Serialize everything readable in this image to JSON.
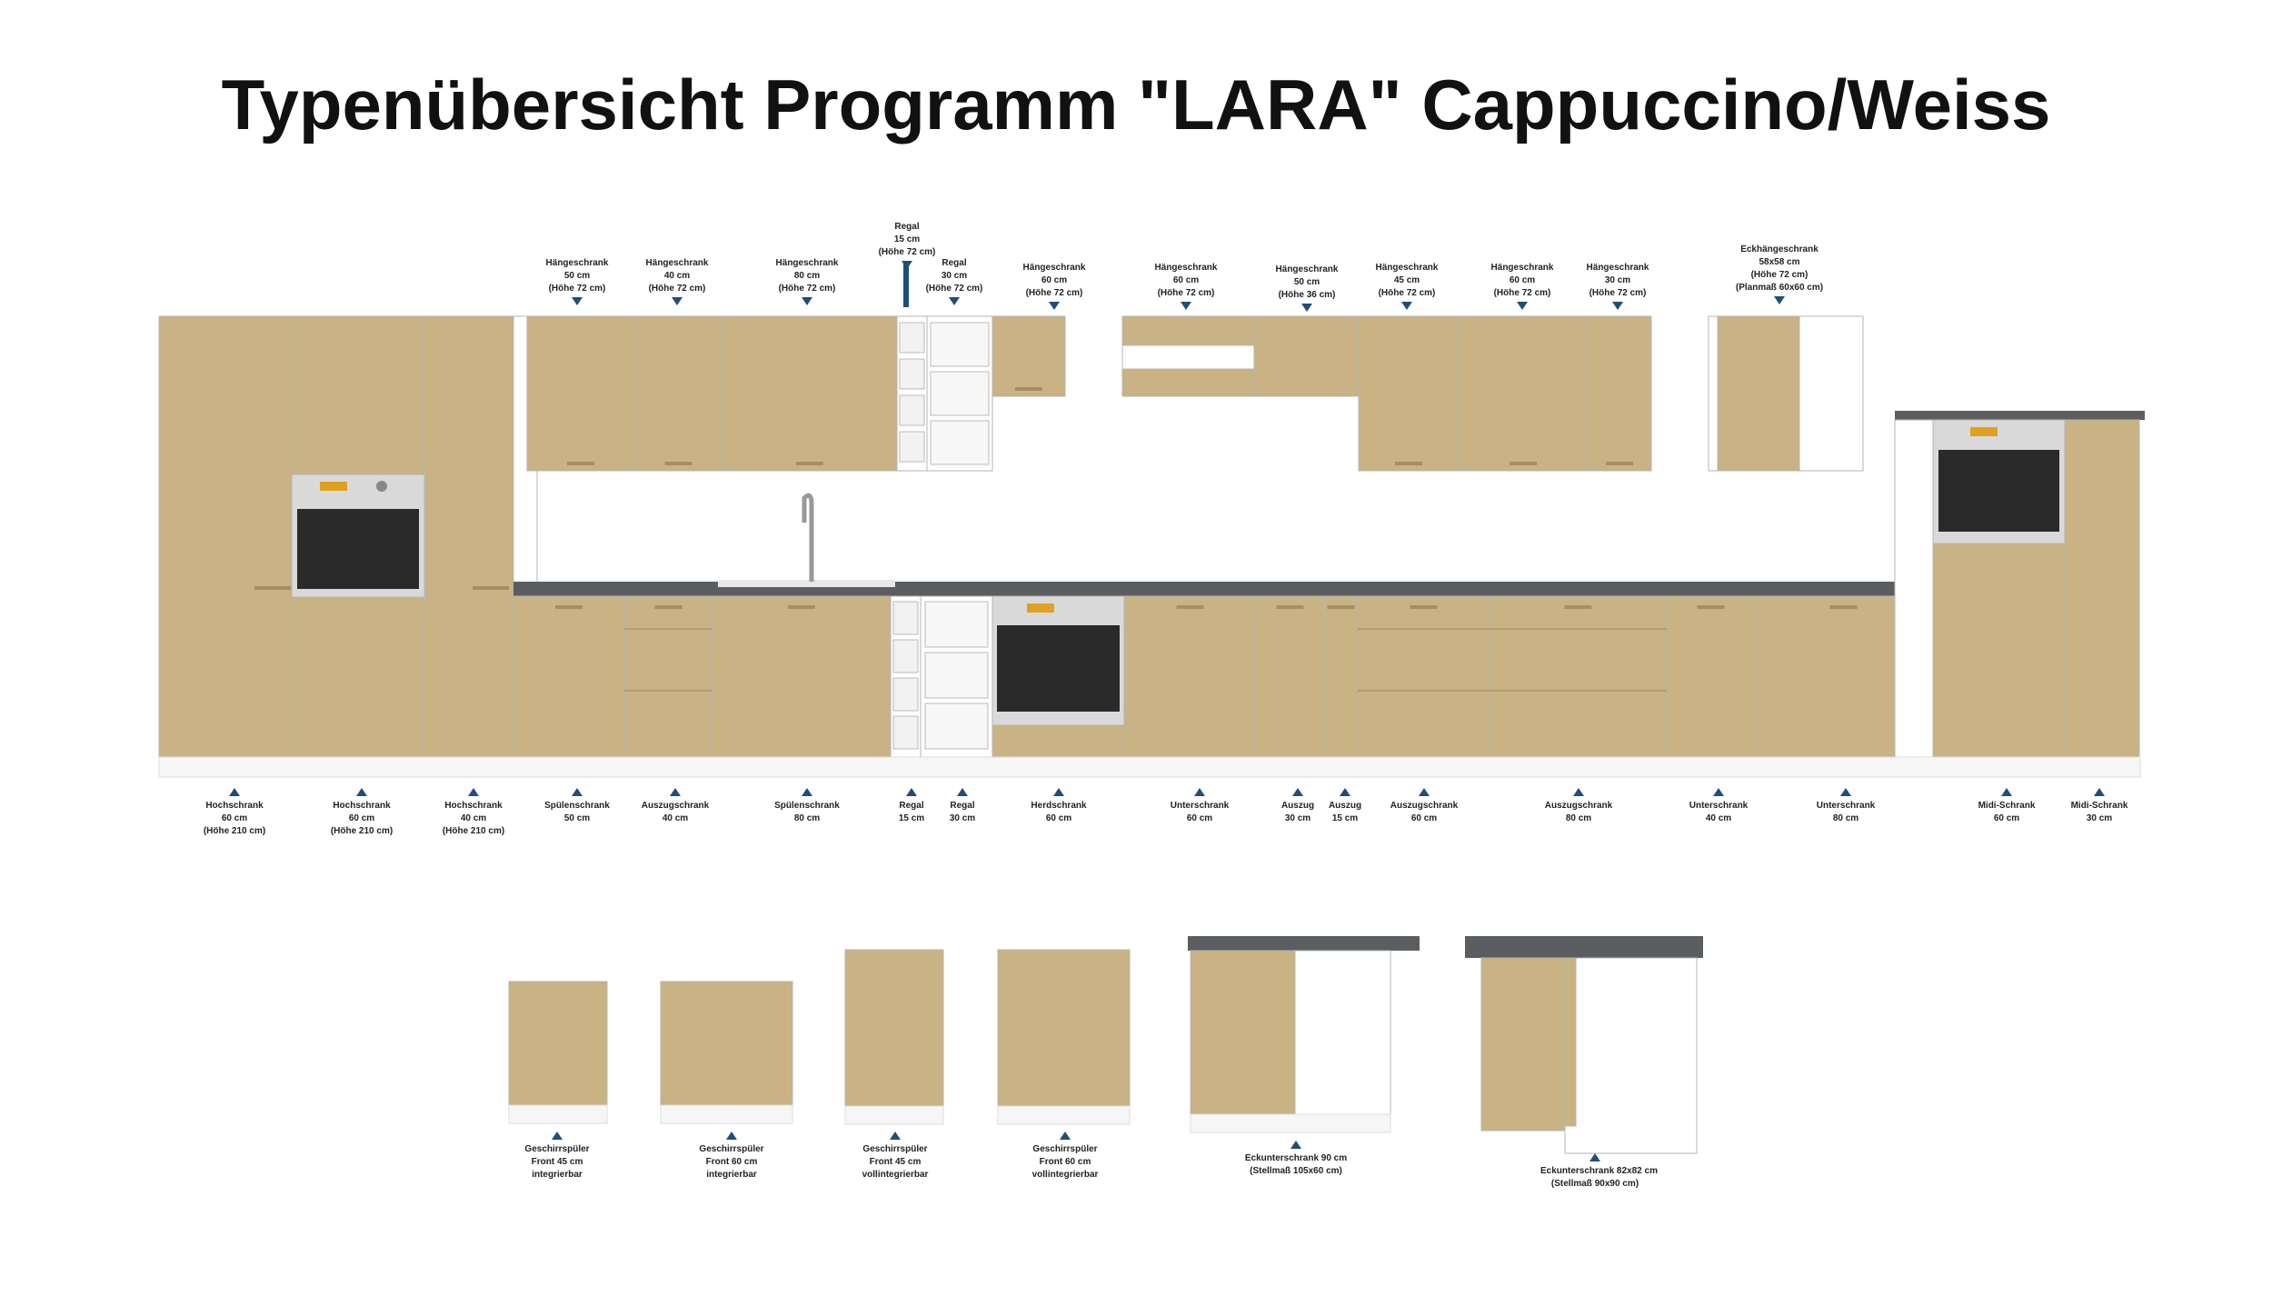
{
  "title": "Typenübersicht Programm \"LARA\" Cappuccino/Weiss",
  "colors": {
    "cappuccino": "#c9b283",
    "cappuccino_dark": "#b89f72",
    "white_body": "#ffffff",
    "worktop": "#5b5e60",
    "arrow": "#1f4e79",
    "glass": "#2a2a2a"
  },
  "top_labels": [
    {
      "id": "haenge-50",
      "lines": [
        "Hängeschrank",
        "50 cm",
        "(Höhe 72 cm)"
      ]
    },
    {
      "id": "haenge-40",
      "lines": [
        "Hängeschrank",
        "40 cm",
        "(Höhe 72 cm)"
      ]
    },
    {
      "id": "haenge-80",
      "lines": [
        "Hängeschrank",
        "80 cm",
        "(Höhe 72 cm)"
      ]
    },
    {
      "id": "regal-15-top",
      "lines": [
        "Regal",
        "15 cm",
        "(Höhe 72 cm)"
      ]
    },
    {
      "id": "regal-30-top",
      "lines": [
        "Regal",
        "30 cm",
        "(Höhe 72 cm)"
      ]
    },
    {
      "id": "haenge-60a",
      "lines": [
        "Hängeschrank",
        "60 cm",
        "(Höhe 72 cm)"
      ]
    },
    {
      "id": "haenge-60b",
      "lines": [
        "Hängeschrank",
        "60 cm",
        "(Höhe 72 cm)"
      ]
    },
    {
      "id": "haenge-50-36",
      "lines": [
        "Hängeschrank",
        "50 cm",
        "(Höhe 36 cm)"
      ]
    },
    {
      "id": "haenge-45",
      "lines": [
        "Hängeschrank",
        "45 cm",
        "(Höhe 72 cm)"
      ]
    },
    {
      "id": "haenge-60c",
      "lines": [
        "Hängeschrank",
        "60 cm",
        "(Höhe 72 cm)"
      ]
    },
    {
      "id": "haenge-30",
      "lines": [
        "Hängeschrank",
        "30 cm",
        "(Höhe 72 cm)"
      ]
    },
    {
      "id": "eckhaenge",
      "lines": [
        "Eckhängeschrank",
        "58x58 cm",
        "(Höhe 72 cm)",
        "(Planmaß 60x60 cm)"
      ]
    }
  ],
  "bottom_labels": [
    {
      "id": "hoch-60a",
      "lines": [
        "Hochschrank",
        "60 cm",
        "(Höhe 210 cm)"
      ]
    },
    {
      "id": "hoch-60b",
      "lines": [
        "Hochschrank",
        "60 cm",
        "(Höhe 210 cm)"
      ]
    },
    {
      "id": "hoch-40",
      "lines": [
        "Hochschrank",
        "40 cm",
        "(Höhe 210 cm)"
      ]
    },
    {
      "id": "spuele-50",
      "lines": [
        "Spülenschrank",
        "50 cm"
      ]
    },
    {
      "id": "auszug-40",
      "lines": [
        "Auszugschrank",
        "40 cm"
      ]
    },
    {
      "id": "spuele-80",
      "lines": [
        "Spülenschrank",
        "80 cm"
      ]
    },
    {
      "id": "regal-15",
      "lines": [
        "Regal",
        "15 cm"
      ]
    },
    {
      "id": "regal-30",
      "lines": [
        "Regal",
        "30 cm"
      ]
    },
    {
      "id": "herd-60",
      "lines": [
        "Herdschrank",
        "60 cm"
      ]
    },
    {
      "id": "unter-60",
      "lines": [
        "Unterschrank",
        "60 cm"
      ]
    },
    {
      "id": "auszug-30",
      "lines": [
        "Auszug",
        "30 cm"
      ]
    },
    {
      "id": "auszug-15",
      "lines": [
        "Auszug",
        "15 cm"
      ]
    },
    {
      "id": "auszugschrank-60",
      "lines": [
        "Auszugschrank",
        "60 cm"
      ]
    },
    {
      "id": "auszugschrank-80",
      "lines": [
        "Auszugschrank",
        "80 cm"
      ]
    },
    {
      "id": "unter-40",
      "lines": [
        "Unterschrank",
        "40 cm"
      ]
    },
    {
      "id": "unter-80",
      "lines": [
        "Unterschrank",
        "80 cm"
      ]
    },
    {
      "id": "midi-60",
      "lines": [
        "Midi-Schrank",
        "60 cm"
      ]
    },
    {
      "id": "midi-30",
      "lines": [
        "Midi-Schrank",
        "30 cm"
      ]
    }
  ],
  "extra_labels": [
    {
      "id": "gs-45-int",
      "lines": [
        "Geschirrspüler",
        "Front 45 cm",
        "integrierbar"
      ]
    },
    {
      "id": "gs-60-int",
      "lines": [
        "Geschirrspüler",
        "Front 60 cm",
        "integrierbar"
      ]
    },
    {
      "id": "gs-45-voll",
      "lines": [
        "Geschirrspüler",
        "Front 45 cm",
        "vollintegrierbar"
      ]
    },
    {
      "id": "gs-60-voll",
      "lines": [
        "Geschirrspüler",
        "Front 60 cm",
        "vollintegrierbar"
      ]
    },
    {
      "id": "eck-90",
      "lines": [
        "Eckunterschrank 90 cm",
        "(Stellmaß 105x60 cm)"
      ]
    },
    {
      "id": "eck-82",
      "lines": [
        "Eckunterschrank 82x82 cm",
        "(Stellmaß 90x90 cm)"
      ]
    }
  ]
}
